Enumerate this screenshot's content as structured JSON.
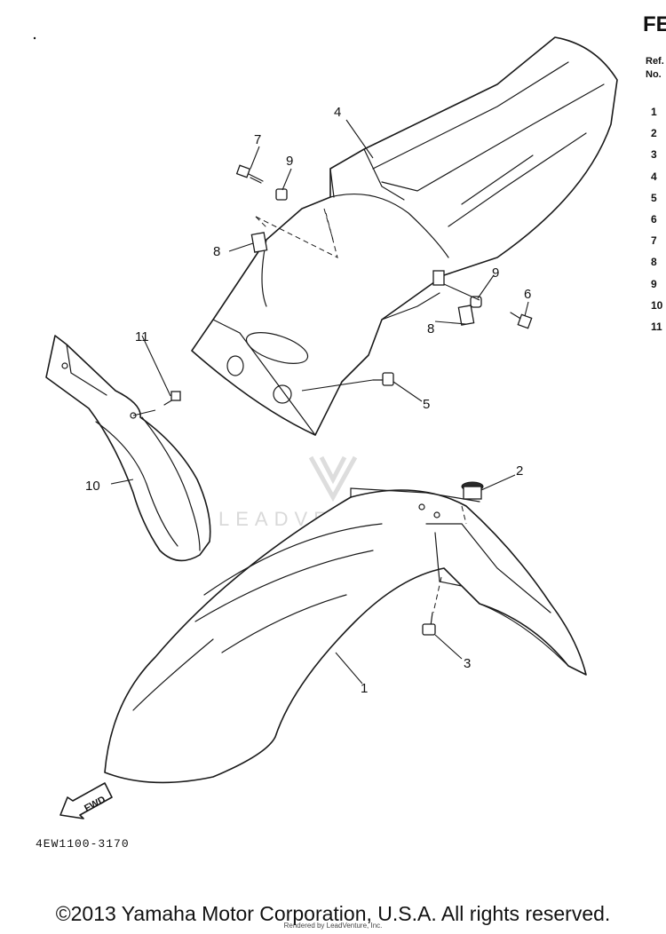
{
  "header": {
    "title": "FE"
  },
  "ref_table": {
    "heading_line1": "Ref.",
    "heading_line2": "No.",
    "numbers": [
      "1",
      "2",
      "3",
      "4",
      "5",
      "6",
      "7",
      "8",
      "9",
      "10",
      "11"
    ]
  },
  "callouts": {
    "c1": "1",
    "c2": "2",
    "c3": "3",
    "c4": "4",
    "c5": "5",
    "c6": "6",
    "c7": "7",
    "c8a": "8",
    "c8b": "8",
    "c9a": "9",
    "c9b": "9",
    "c10": "10",
    "c11": "11"
  },
  "fwd_label": "FWD",
  "part_code": "4EW1100-3170",
  "watermark": "LEADVENTURE",
  "footer": {
    "copyright": "©2013 Yamaha Motor Corporation, U.S.A. All rights reserved.",
    "rendered_by": "Rendered by LeadVenture, Inc."
  }
}
